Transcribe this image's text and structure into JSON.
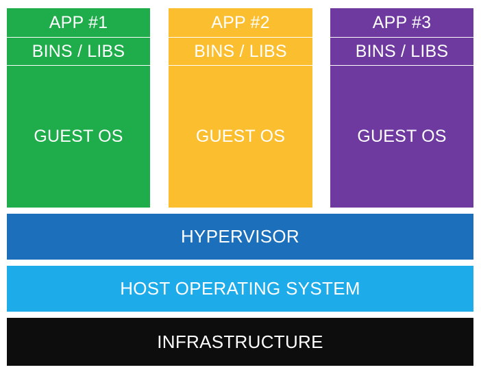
{
  "columns": [
    {
      "app": "APP #1",
      "libs": "BINS / LIBS",
      "guest_os": "GUEST OS",
      "color": "#1fac4b"
    },
    {
      "app": "APP #2",
      "libs": "BINS / LIBS",
      "guest_os": "GUEST OS",
      "color": "#fbbe2e"
    },
    {
      "app": "APP #3",
      "libs": "BINS / LIBS",
      "guest_os": "GUEST OS",
      "color": "#6f3a9f"
    }
  ],
  "layers": [
    {
      "label": "HYPERVISOR",
      "color": "#1c6fbb"
    },
    {
      "label": "HOST OPERATING SYSTEM",
      "color": "#1eabea"
    },
    {
      "label": "INFRASTRUCTURE",
      "color": "#0d0d0d"
    }
  ]
}
